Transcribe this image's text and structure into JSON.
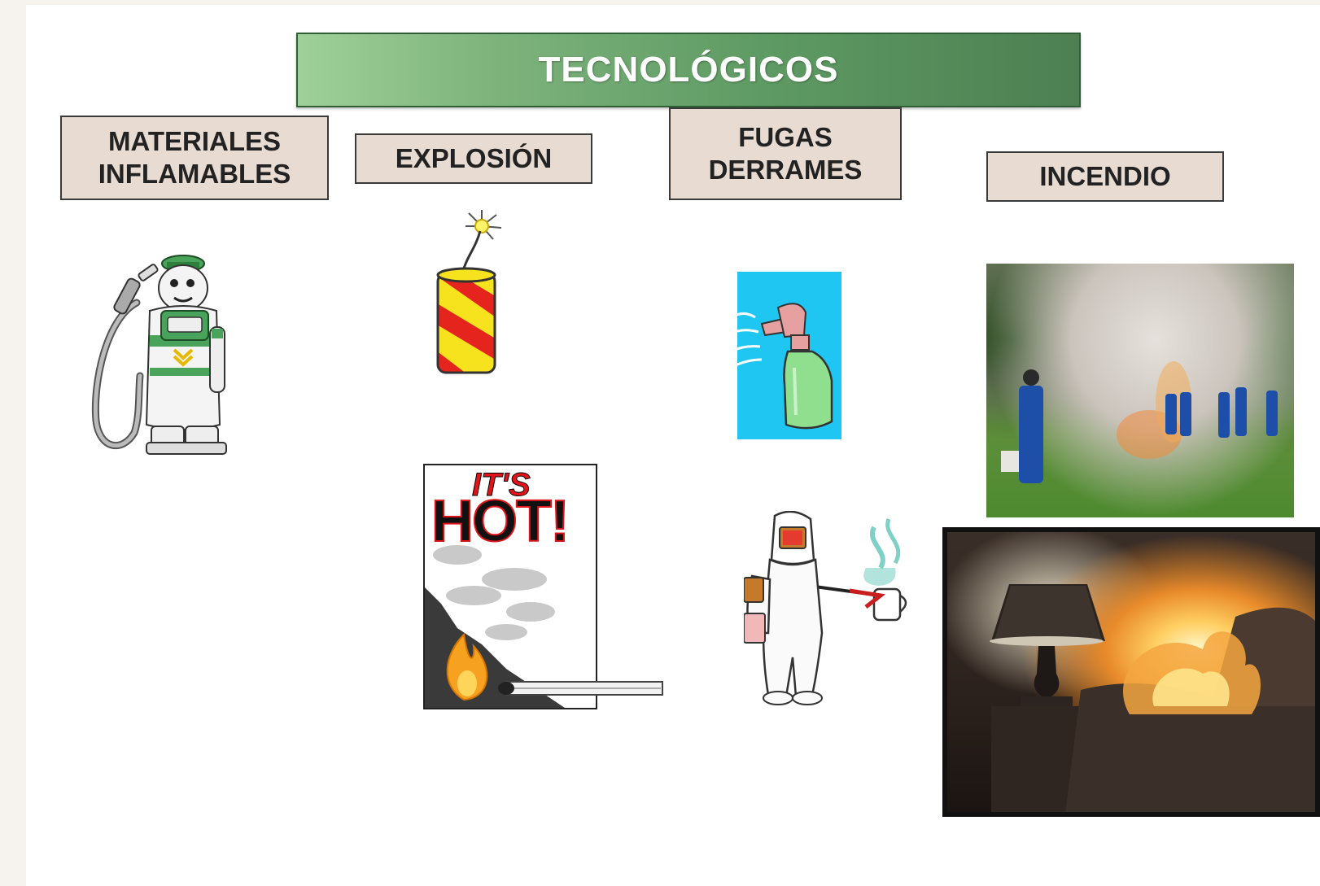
{
  "title": "TECNOLÓGICOS",
  "categories": [
    {
      "label": "MATERIALES\nINFLAMABLES"
    },
    {
      "label": "EXPLOSIÓN"
    },
    {
      "label": "FUGAS\nDERRAMES"
    },
    {
      "label": "INCENDIO"
    }
  ],
  "illustrations": {
    "poster_text_top": "IT'S",
    "poster_text_main": "HOT!"
  },
  "colors": {
    "title_green": "#5e9a63",
    "category_fill": "#e7dbd2",
    "spray_bg": "#1fc6f2"
  }
}
